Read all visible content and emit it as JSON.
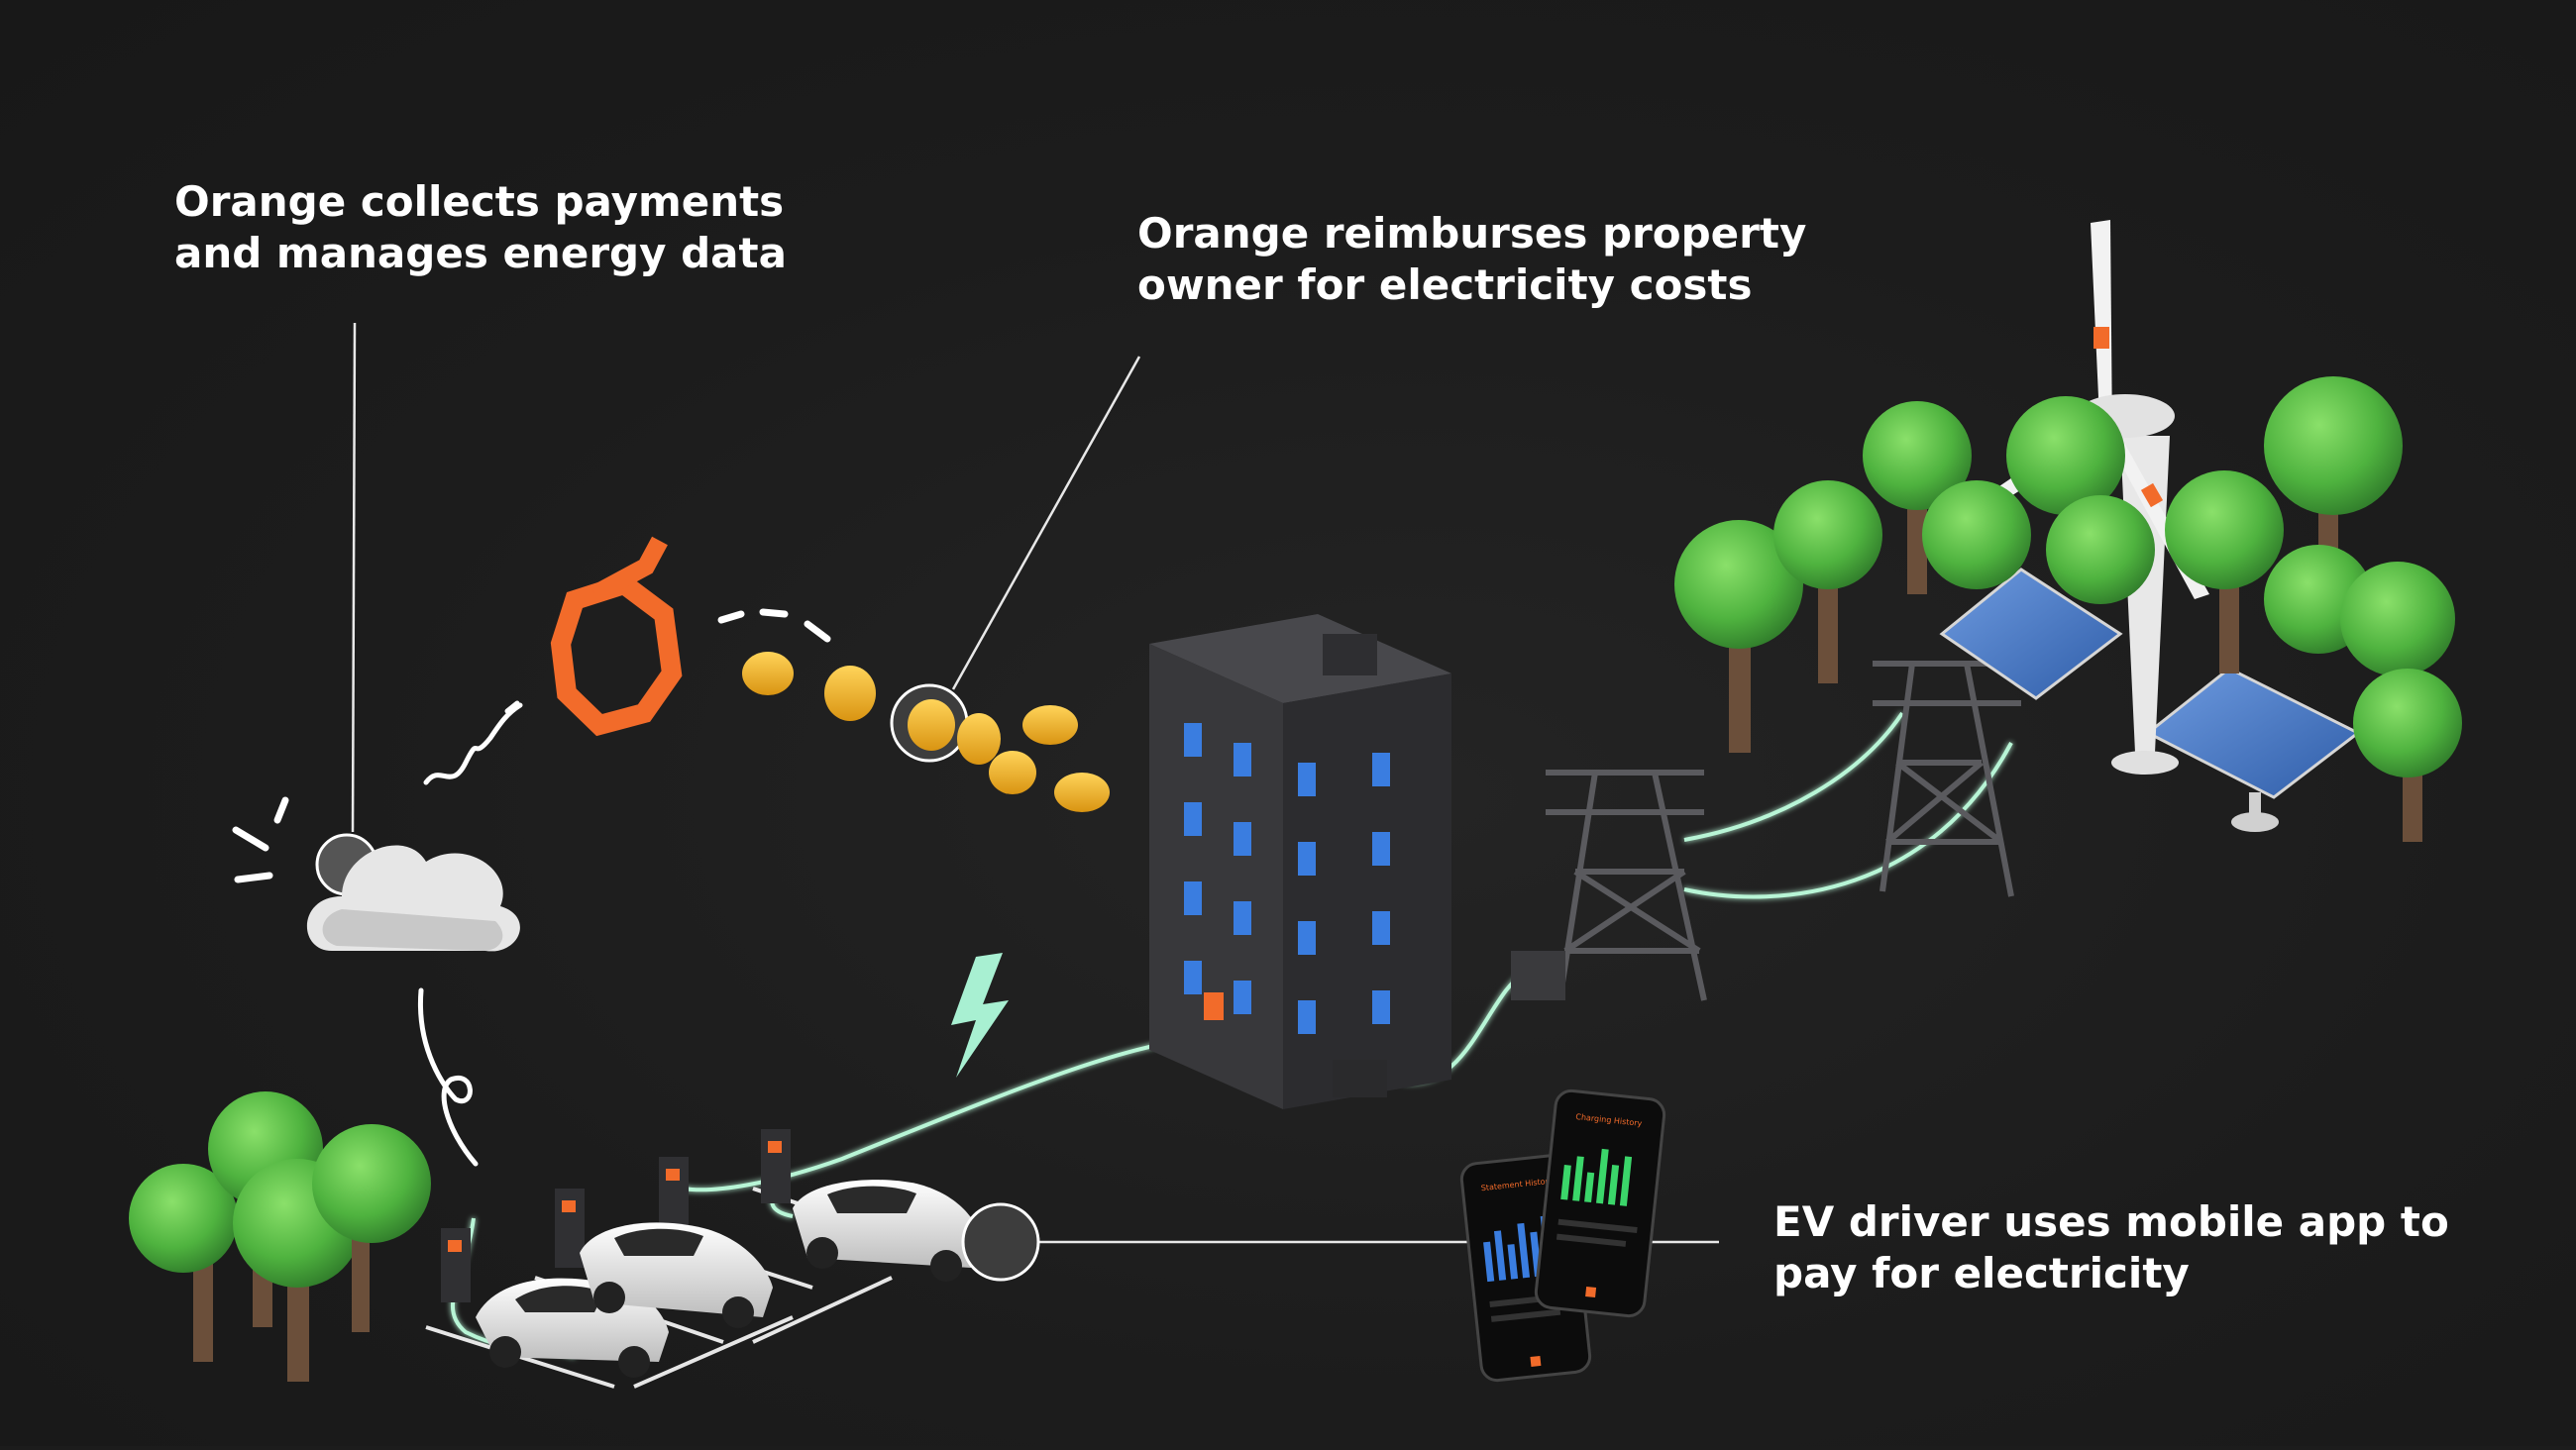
{
  "captions": {
    "collect": [
      "Orange collects payments",
      "and manages energy data"
    ],
    "reimburse": [
      "Orange reimburses property",
      "owner for electricity costs"
    ],
    "driver": [
      "EV driver uses mobile app to",
      "pay for electricity"
    ]
  },
  "phone_screens": {
    "left_title": "Statement History",
    "right_title": "Charging History"
  },
  "colors": {
    "background": "#1c1c1c",
    "brand_orange": "#f26b2a",
    "tree_green": "#5ec24a",
    "cable_glow": "#b8f5d6",
    "bolt": "#a8f0d2",
    "coin": "#f2b632",
    "building": "#3b3b3e",
    "window": "#3a7de0",
    "solar_panel": "#4f7ec9"
  },
  "icons": [
    "orange-logo-icon",
    "cloud-icon",
    "lightning-bolt-icon",
    "coin-icon"
  ]
}
